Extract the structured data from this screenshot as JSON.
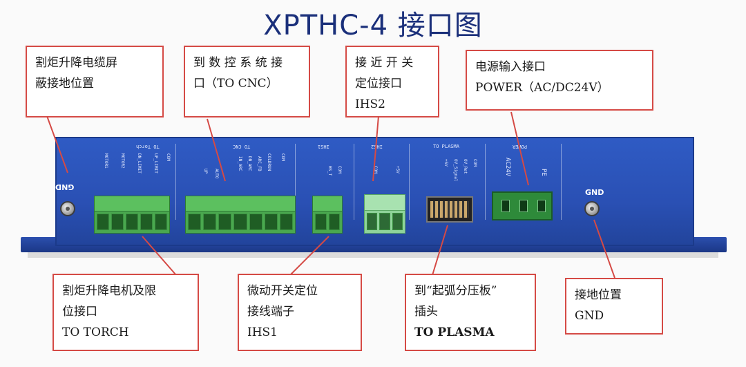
{
  "title": "XPTHC-4  接口图",
  "colors": {
    "board": "#2a50b4",
    "callout_border": "#d54a45",
    "arrow": "#d54a45",
    "title": "#1a2f7a",
    "terminal_green": "#4aa84f"
  },
  "callouts": {
    "torch_shield_ground": {
      "lines": [
        "割炬升降电缆屏",
        "蔽接地位置"
      ]
    },
    "cnc": {
      "lines": [
        "到 数 控 系 统 接",
        "口（TO CNC）"
      ]
    },
    "proximity": {
      "lines": [
        "接 近 开 关",
        "定位接口",
        "IHS2"
      ]
    },
    "power": {
      "lines": [
        "电源输入接口",
        "POWER（AC/DC24V）"
      ]
    },
    "torch_motor": {
      "lines": [
        "割炬升降电机及限",
        "位接口",
        "TO TORCH"
      ]
    },
    "ihs1": {
      "lines": [
        "微动开关定位",
        "接线端子",
        "IHS1"
      ]
    },
    "plasma": {
      "lines": [
        "到“起弧分压板”",
        "插头",
        "TO PLASMA"
      ]
    },
    "ground": {
      "lines": [
        "接地位置",
        "GND"
      ]
    }
  },
  "board_labels": {
    "gnd_left": "GND",
    "gnd_right": "GND",
    "to_torch": "TO Torch",
    "to_cnc": "TO CNC",
    "ihs1": "IHS1",
    "ihs2": "IHS2",
    "to_plasma": "TO PLASMA",
    "power": "POWER",
    "torch_pins": [
      "MOTOR1",
      "MOTOR2",
      "DN_LIMIT",
      "UP_LIMIT",
      "COM"
    ],
    "cnc_pins": [
      "UP",
      "AUTO",
      "IN_ARC",
      "DN_ARC",
      "ARC_FB",
      "COLDRUN",
      "COM"
    ],
    "ihs1_pins": [
      "HS_T",
      "COM"
    ],
    "ihs2_pins": [
      "COM",
      "+5V"
    ],
    "plasma_pins": [
      "+5V",
      "OV_Signal",
      "OV_Ret",
      "COM"
    ],
    "power_pins": [
      "AC24V",
      "PE"
    ]
  }
}
